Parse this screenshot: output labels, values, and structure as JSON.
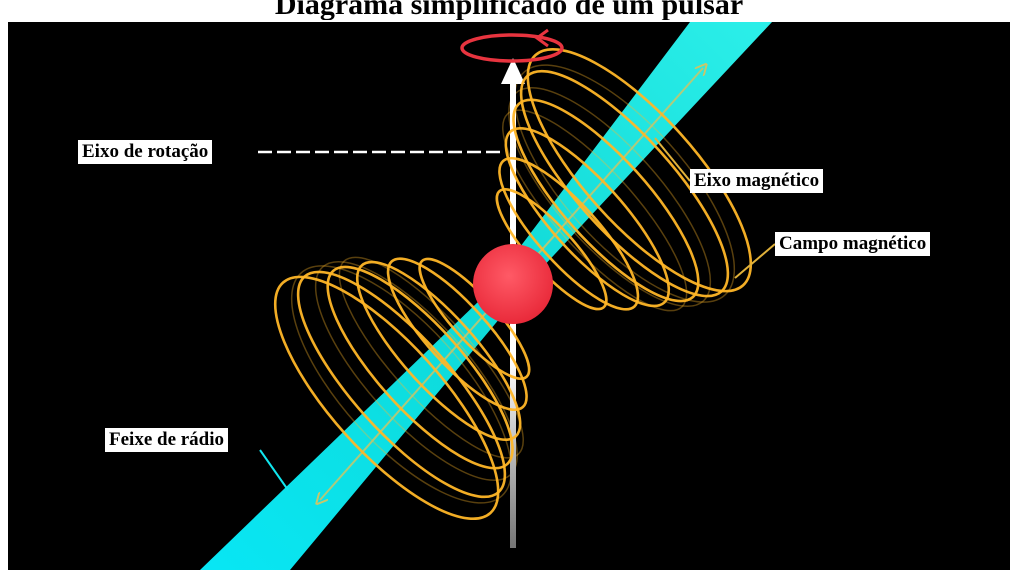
{
  "title": "Diagrama simplificado de um pulsar",
  "labels": {
    "rotation_axis": "Eixo de rotação",
    "magnetic_axis": "Eixo magnético",
    "magnetic_field": "Campo magnético",
    "radio_beam": "Feixe de rádio"
  },
  "colors": {
    "background": "#000000",
    "beam": "#00f5f0",
    "field_lines": "#ffb627",
    "pulsar": "#f23847",
    "rotation_arrow": "#e8343f",
    "axis": "#ffffff",
    "magnetic_axis_arrow": "#c9c66a"
  }
}
